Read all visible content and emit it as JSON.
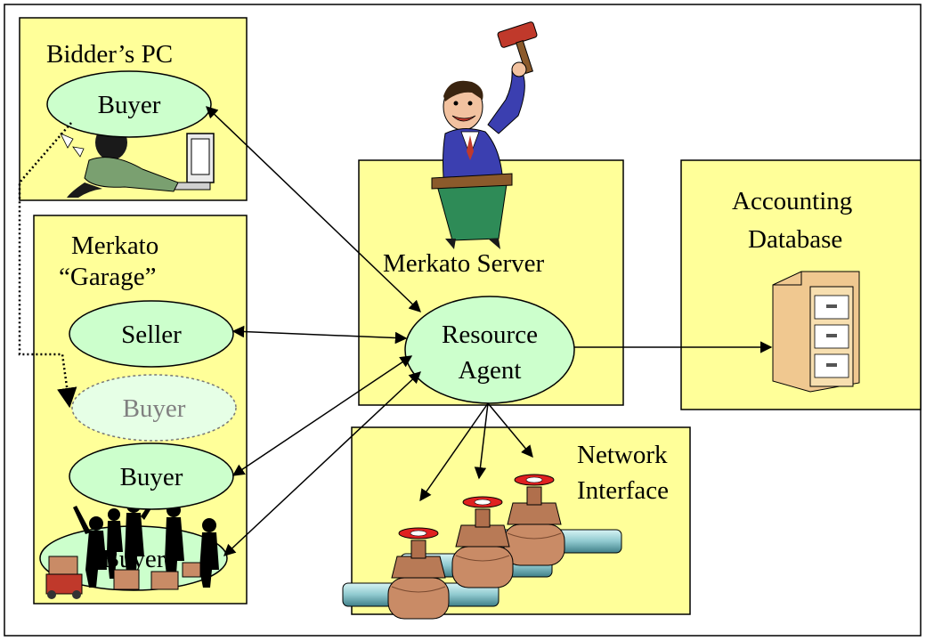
{
  "bidder_pc": {
    "title": "Bidder’s PC",
    "buyer_label": "Buyer"
  },
  "garage": {
    "title_line1": "Merkato",
    "title_line2": "“Garage”",
    "seller_label": "Seller",
    "ghost_buyer_label": "Buyer",
    "buyer_label": "Buyer",
    "crowd_buyer_label": "Buyer"
  },
  "server": {
    "title": "Merkato Server",
    "agent_line1": "Resource",
    "agent_line2": "Agent"
  },
  "accounting": {
    "title_line1": "Accounting",
    "title_line2": "Database"
  },
  "network": {
    "title_line1": "Network",
    "title_line2": "Interface"
  },
  "colors": {
    "box_fill": "#ffff99",
    "oval_fill": "#ccffcc",
    "ghost_text": "#808080"
  },
  "icons": [
    "auctioneer-icon",
    "programmer-at-computer-icon",
    "file-cabinet-icon",
    "pipe-valve-icon",
    "crowd-with-briefcases-icon"
  ]
}
